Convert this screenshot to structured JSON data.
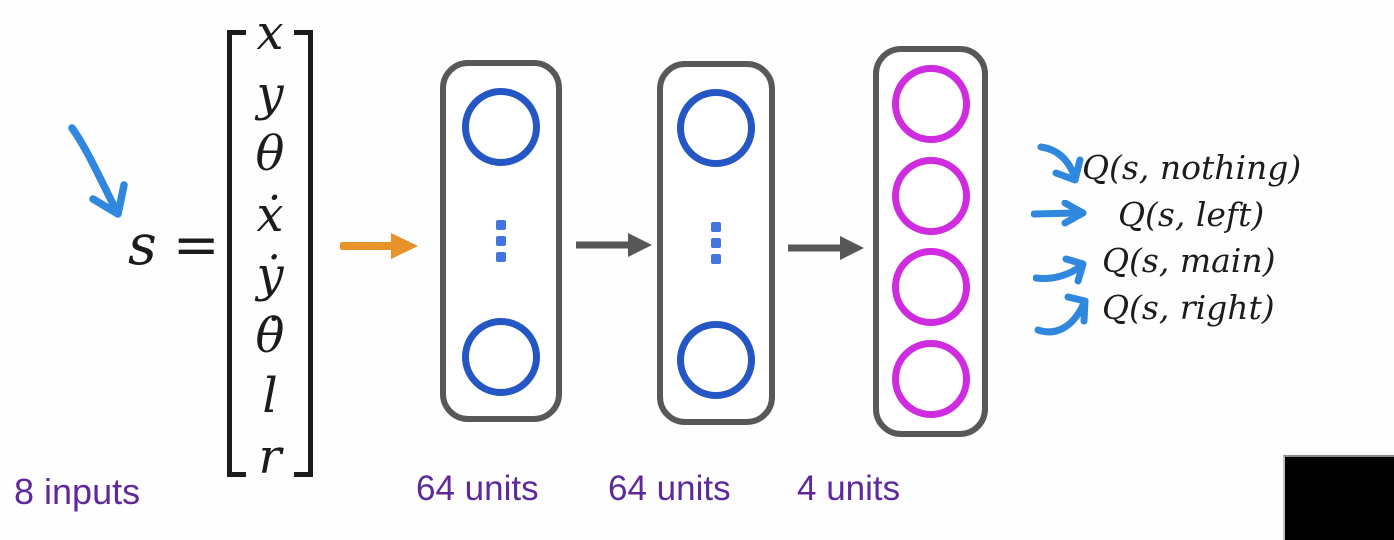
{
  "colors": {
    "ink": "#1c1c1c",
    "purple": "#5e2a9a",
    "blue_node": "#2456c4",
    "dot_blue": "#4375dc",
    "magenta_node": "#cf2ce0",
    "box_gray": "#58585a",
    "arrow_gray": "#57575a",
    "orange": "#e8932a",
    "sky_blue": "#2f88dd"
  },
  "state": {
    "symbol": "s",
    "equals": "=",
    "vector": [
      "x",
      "y",
      "θ",
      "ẋ",
      "ẏ",
      "θ̇",
      "l",
      "r"
    ],
    "inputs_label": "8 inputs"
  },
  "layers": [
    {
      "label": "64 units"
    },
    {
      "label": "64 units"
    },
    {
      "label": "4 units"
    }
  ],
  "outputs": [
    {
      "label": "Q(s, nothing)"
    },
    {
      "label": "Q(s, left)"
    },
    {
      "label": "Q(s, main)"
    },
    {
      "label": "Q(s, right)"
    }
  ],
  "icons": {
    "hand_arrow": "handdrawn-arrow-down-right",
    "input_arrow": "arrow-right",
    "layer_arrows": "arrow-right",
    "output_arrows": [
      "arrow-curve-down-right",
      "arrow-right",
      "arrow-curve-up-right",
      "arrow-curve-up-right-strong"
    ],
    "ellipsis": "vertical-ellipsis-dots"
  }
}
